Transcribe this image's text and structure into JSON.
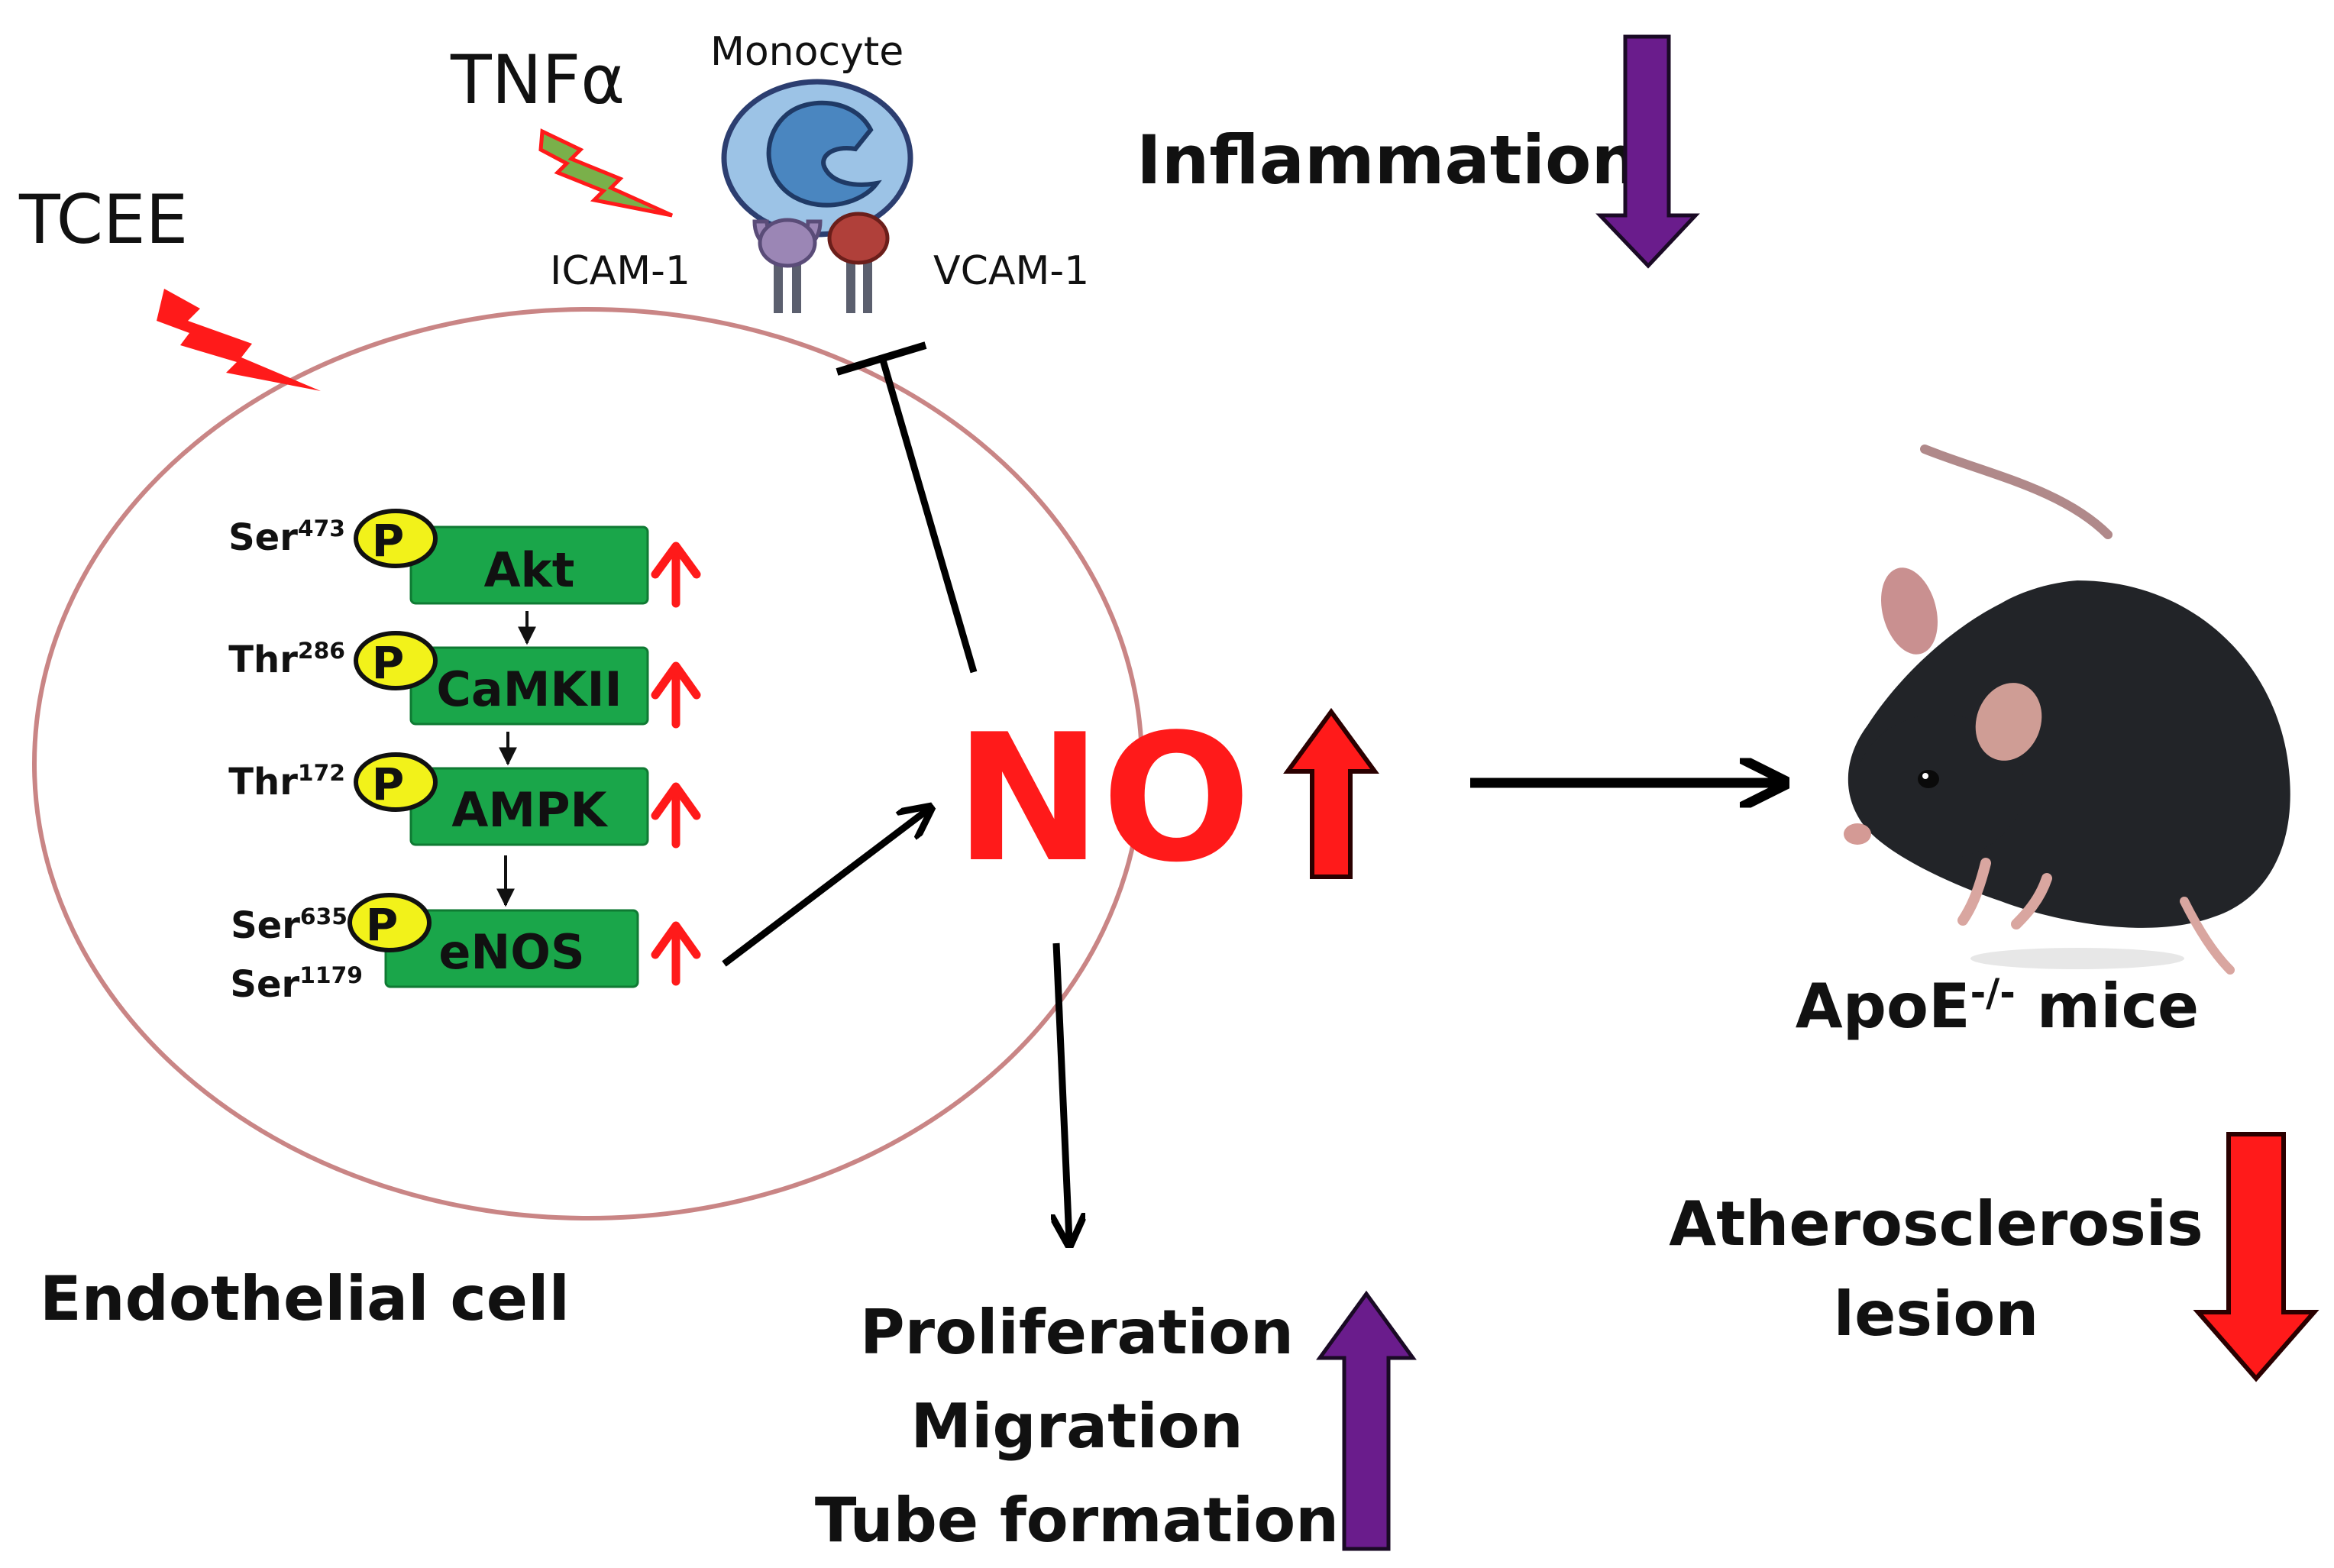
{
  "labels": {
    "tcee": "TCEE",
    "tnf": "TNFα",
    "monocyte": "Monocyte",
    "icam": "ICAM-1",
    "vcam": "VCAM-1",
    "inflammation": "Inflammation",
    "endothelial_cell": "Endothelial cell",
    "no": "NO",
    "effects": [
      "Proliferation",
      "Migration",
      "Tube formation"
    ],
    "mice_main": "ApoE",
    "mice_sup": "-/-",
    "mice_suffix": " mice",
    "athero_line1": "Atherosclerosis",
    "athero_line2": "lesion"
  },
  "pathway": [
    {
      "name": "Akt",
      "site_lines": [
        {
          "residue": "Ser",
          "number": "473"
        }
      ]
    },
    {
      "name": "CaMKII",
      "site_lines": [
        {
          "residue": "Thr",
          "number": "286"
        }
      ]
    },
    {
      "name": "AMPK",
      "site_lines": [
        {
          "residue": "Thr",
          "number": "172"
        }
      ]
    },
    {
      "name": "eNOS",
      "site_lines": [
        {
          "residue": "Ser",
          "number": "635"
        },
        {
          "residue": "Ser",
          "number": "1179"
        }
      ]
    }
  ],
  "phospho_label": "P",
  "colors": {
    "box_green": "#1aa64a",
    "box_green_stroke": "#0f7a33",
    "phospho_yellow": "#f2f21a",
    "arrow_red": "#ff1a1a",
    "arrow_purple": "#6a1c8c",
    "cell_outline": "#c98585",
    "monocyte_fill": "#9cc3e6",
    "monocyte_nucleus": "#4a86c0",
    "icam_purple": "#9b86b5",
    "vcam_red": "#b0403a",
    "lightning_red": "#ff1a1a",
    "tnf_green": "#7ab04a",
    "mouse_body": "#222428"
  },
  "icons": [
    "lightning-bolt-icon",
    "monocyte-icon",
    "mouse-icon",
    "up-arrow-icon",
    "down-arrow-icon",
    "phospho-circle-icon"
  ]
}
